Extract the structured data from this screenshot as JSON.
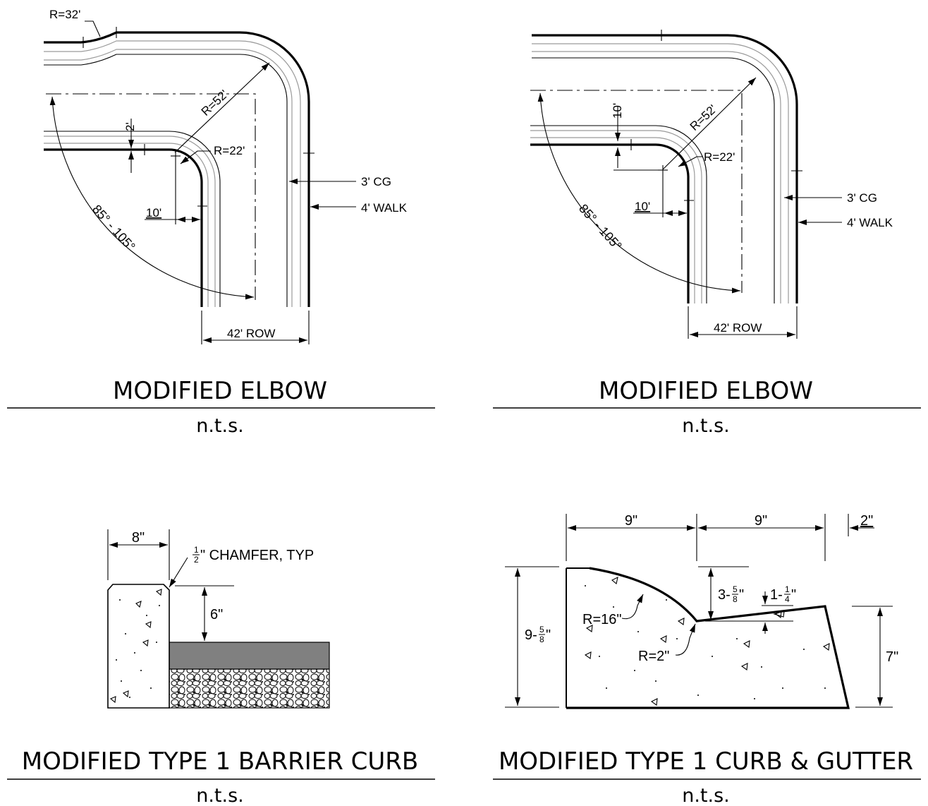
{
  "elbow1": {
    "title": "MODIFIED  ELBOW",
    "scale": "n.t.s.",
    "labels": {
      "r32": "R=32'",
      "r52": "R=52'",
      "r22": "R=22'",
      "two": "2'",
      "ten": "10'",
      "angle": "85° - 105°",
      "cg": "3' CG",
      "walk": "4' WALK",
      "row": "42' ROW"
    }
  },
  "elbow2": {
    "title": "MODIFIED  ELBOW",
    "scale": "n.t.s.",
    "labels": {
      "r52": "R=52'",
      "r22": "R=22'",
      "ten_v": "10'",
      "ten_h": "10'",
      "angle": "85° - 105°",
      "cg": "3' CG",
      "walk": "4' WALK",
      "row": "42' ROW"
    }
  },
  "barrier_curb": {
    "title": "MODIFIED TYPE 1 BARRIER CURB",
    "scale": "n.t.s.",
    "labels": {
      "width": "8\"",
      "chamfer_num": "1",
      "chamfer_den": "2",
      "chamfer_text": "\" CHAMFER, TYP",
      "height": "6\""
    }
  },
  "curb_gutter": {
    "title": "MODIFIED TYPE 1 CURB & GUTTER",
    "scale": "n.t.s.",
    "labels": {
      "nine_a": "9\"",
      "nine_b": "9\"",
      "two": "2\"",
      "h_whole": "9-",
      "h_num": "5",
      "h_den": "8",
      "h_unit": "\"",
      "d_whole": "3-",
      "d_num": "5",
      "d_den": "8",
      "d_unit": "\"",
      "s_whole": "1-",
      "s_num": "1",
      "s_den": "4",
      "s_unit": "\"",
      "r16": "R=16\"",
      "r2": "R=2\"",
      "seven": "7\""
    }
  }
}
